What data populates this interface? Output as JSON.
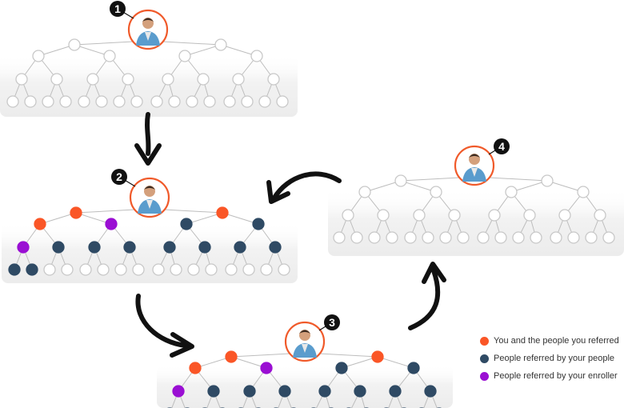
{
  "colors": {
    "you_referred": "#fa5627",
    "your_people": "#2f4a64",
    "enroller": "#9a0fd3",
    "empty_fill": "#ffffff",
    "empty_stroke": "#c8c8c8",
    "panel": "#f1f1f1",
    "badge": "#111111"
  },
  "steps": [
    {
      "number": "1"
    },
    {
      "number": "2"
    },
    {
      "number": "3"
    },
    {
      "number": "4"
    }
  ],
  "legend": [
    {
      "label": "You and the people you referred",
      "color": "#fa5627"
    },
    {
      "label": "People referred by your people",
      "color": "#2f4a64"
    },
    {
      "label": "People referred by your enroller",
      "color": "#9a0fd3"
    }
  ]
}
